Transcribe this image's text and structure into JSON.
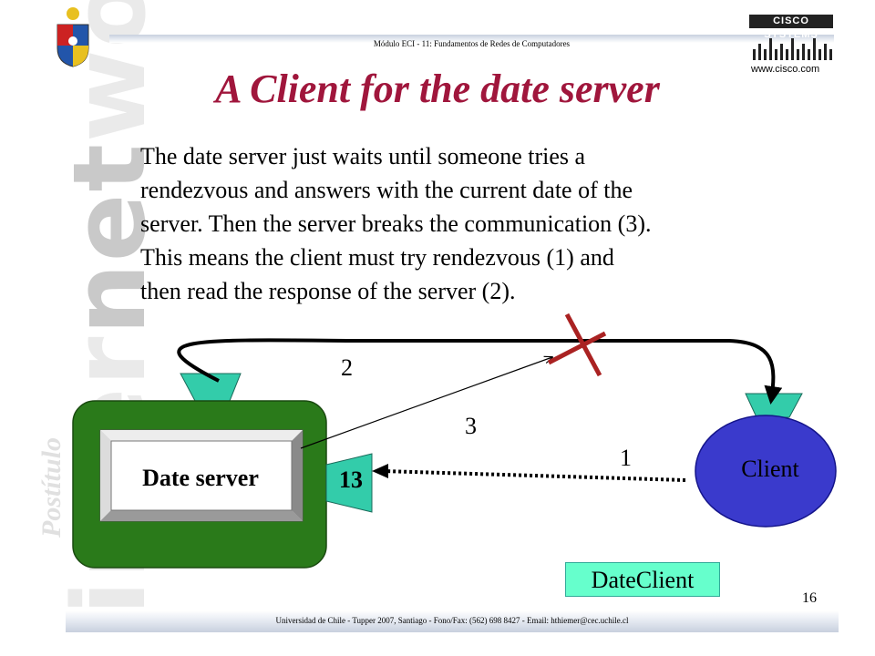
{
  "header": {
    "course": "Módulo ECI - 11: Fundamentos de Redes de Computadores",
    "cisco_wordmark": "CISCO SYSTEMS",
    "cisco_url": "www.cisco.com"
  },
  "watermark": {
    "word_plain_start": "inter",
    "word_bold": "net",
    "word_plain_end": "working",
    "sub": "Postítulo"
  },
  "slide": {
    "title": "A Client for the date server",
    "body_lines": [
      "The date server just waits until someone tries a",
      "rendezvous and answers with the current date of the",
      "server. Then the server breaks the communication (3).",
      "This means the client must try rendezvous  (1) and",
      "then read the response of the server (2)."
    ]
  },
  "diagram": {
    "server_label": "Date server",
    "port_label": "13",
    "client_label": "Client",
    "step_2": "2",
    "step_3": "3",
    "step_1": "1",
    "dateclient_label": "DateClient",
    "colors": {
      "server_green": "#2a7a1a",
      "client_blue": "#3a3acc",
      "funnel_teal": "#33ccaa",
      "cross_red": "#aa2222",
      "dateclient_bg": "#66ffcc"
    }
  },
  "footer": {
    "page_number": "16",
    "address": "Universidad de Chile - Tupper 2007, Santiago - Fono/Fax: (562) 698 8427 - Email: hthiemer@cec.uchile.cl"
  }
}
